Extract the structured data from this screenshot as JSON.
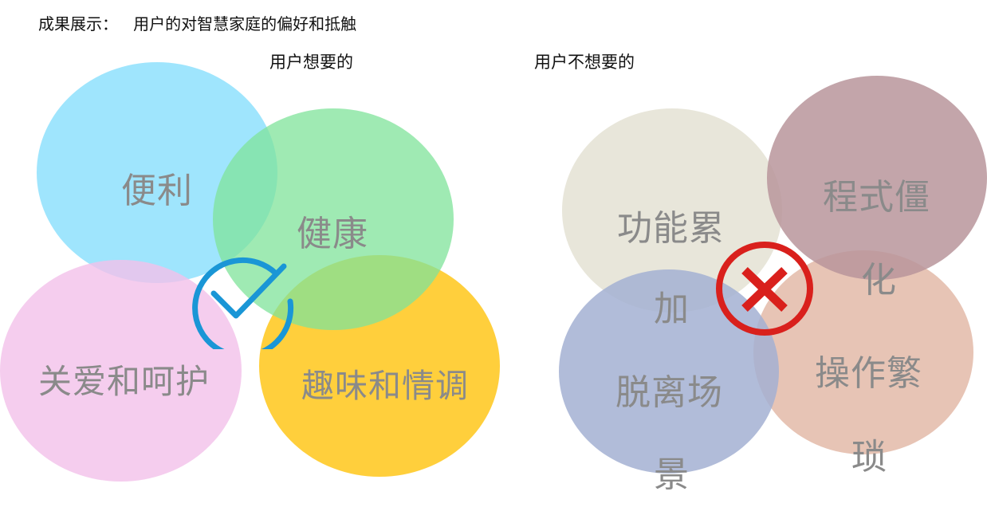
{
  "title": "成果展示：   用户的对智慧家庭的偏好和抵触",
  "wanted": {
    "label": "用户想要的",
    "items": {
      "convenience": "便利",
      "health": "健康",
      "care": "关爱和呵护",
      "fun": "趣味和情调"
    },
    "colors": {
      "convenience": "#7fdcfc",
      "health": "#7fe39a",
      "care": "#f3c1ea",
      "fun": "#ffc71a",
      "check": "#1a96d6"
    }
  },
  "unwanted": {
    "label": "用户不想要的",
    "items": {
      "function_accumulation": [
        "功能累",
        "加"
      ],
      "rigid_program": [
        "程式僵",
        "化"
      ],
      "off_scene": [
        "脱离场",
        "景"
      ],
      "cumbersome": [
        "操作繁",
        "琐"
      ]
    },
    "colors": {
      "function_accumulation": "#e6e3d6",
      "rigid_program": "#b8959b",
      "off_scene": "#a3b0d2",
      "cumbersome": "#e3baa8",
      "cross": "#d9201c"
    }
  }
}
